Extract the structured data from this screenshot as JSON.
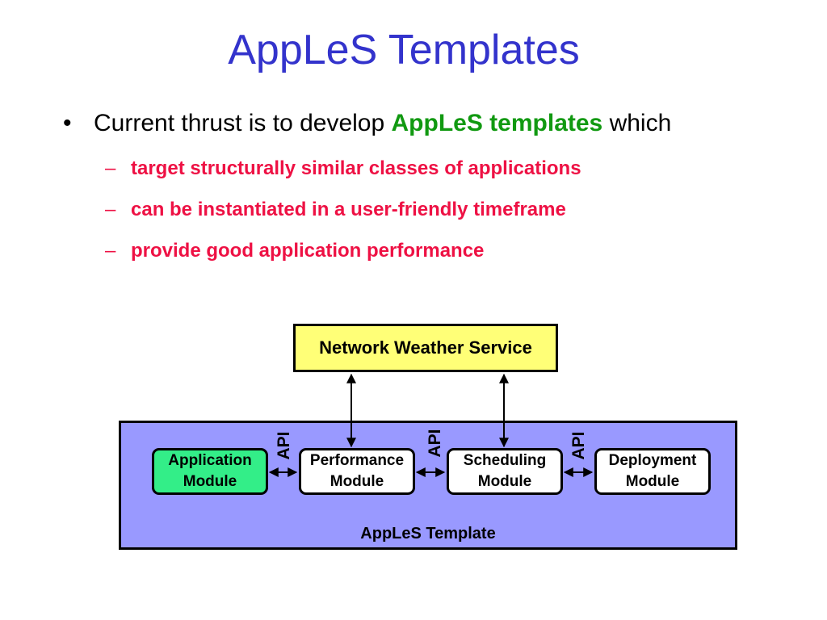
{
  "slide": {
    "title": "AppLeS Templates",
    "bullet": {
      "marker": "•",
      "text_before": "Current thrust is to develop ",
      "highlight": "AppLeS templates",
      "text_after": " which"
    },
    "sub_bullets": [
      "target structurally similar classes of applications",
      "can be instantiated in a user-friendly timeframe",
      "provide good application performance"
    ],
    "sub_marker": "–",
    "colors": {
      "title": "#3333cc",
      "highlight": "#119911",
      "sub_bullets": "#ee1144",
      "nws_fill": "#ffff77",
      "template_fill": "#9999ff",
      "application_module_fill": "#33ee88"
    }
  },
  "diagram": {
    "nws_label": "Network Weather Service",
    "template_label": "AppLeS Template",
    "api_label": "API",
    "modules": [
      {
        "line1": "Application",
        "line2": "Module"
      },
      {
        "line1": "Performance",
        "line2": "Module"
      },
      {
        "line1": "Scheduling",
        "line2": "Module"
      },
      {
        "line1": "Deployment",
        "line2": "Module"
      }
    ]
  }
}
